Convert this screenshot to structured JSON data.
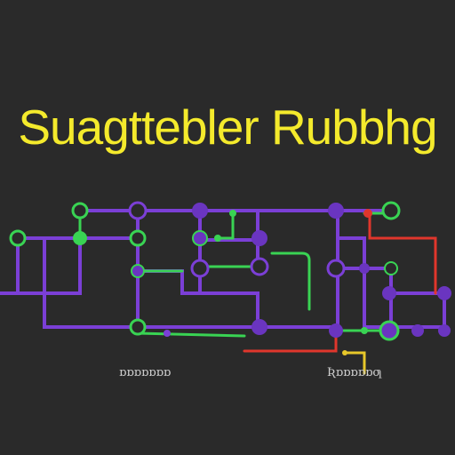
{
  "title": "Suagttebler Rubbhg",
  "captions": {
    "left": "ɒɒɒɒɒɒɒ",
    "right": "Ʀɒɒɒɒɒƣ"
  },
  "colors": {
    "background": "#2a2a2a",
    "title": "#f4ea2c",
    "purple_wire": "#7b3fd6",
    "green_wire": "#39d353",
    "red_wire": "#e0362c",
    "yellow_wire": "#e8c82a",
    "node_fill": "#6a35c0",
    "node_ring": "#39d353"
  }
}
